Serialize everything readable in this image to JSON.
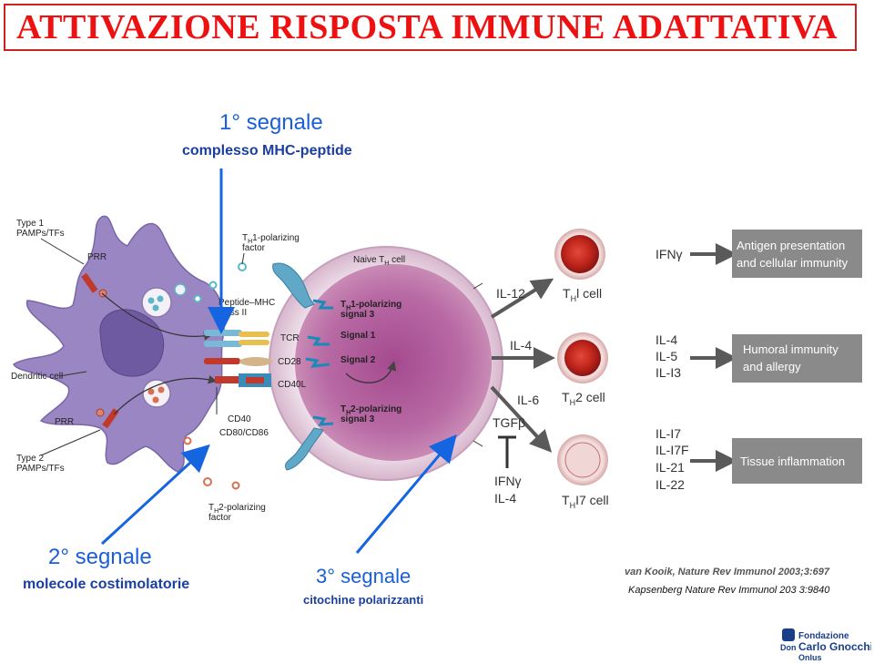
{
  "title": "ATTIVAZIONE RISPOSTA IMMUNE ADATTATIVA",
  "signal1": {
    "heading": "1° segnale",
    "sub": "complesso MHC-peptide"
  },
  "signal2": {
    "heading": "2° segnale",
    "sub": "molecole costimolatorie"
  },
  "signal3": {
    "heading": "3° segnale",
    "sub": "citochine polarizzanti"
  },
  "dendritic": {
    "type1": "Type 1",
    "pamps1": "PAMPs/TFs",
    "prr_top": "PRR",
    "cell_label": "Dendritic cell",
    "prr_bottom": "PRR",
    "type2": "Type 2",
    "pamps2": "PAMPs/TFs",
    "th1_factor_pre": "T",
    "th1_factor_sub": "H",
    "th1_factor_post": "1-polarizing",
    "th1_factor_line2": "factor",
    "peptide_mhc": "Peptide–MHC",
    "class2": "class II",
    "cd40": "CD40",
    "cd80": "CD80/CD86",
    "th2_factor_pre": "T",
    "th2_factor_sub": "H",
    "th2_factor_post": "2-polarizing",
    "th2_factor_line2": "factor"
  },
  "tcell": {
    "naive_pre": "Naive T",
    "naive_sub": "H",
    "naive_post": " cell",
    "tcr": "TCR",
    "cd28": "CD28",
    "cd40l": "CD40L",
    "th1sig_pre": "T",
    "th1sig_sub": "H",
    "th1sig_post": "1-polarizing",
    "th1sig_line2": "signal 3",
    "signal1": "Signal 1",
    "signal2": "Signal 2",
    "th2sig_pre": "T",
    "th2sig_sub": "H",
    "th2sig_post": "2-polarizing",
    "th2sig_line2": "signal 3"
  },
  "outcomes": {
    "il12": "IL-12",
    "il4": "IL-4",
    "il6": "IL-6",
    "tgfb": "TGFβ",
    "ifng_inhib": "IFNγ",
    "il4_inhib": "IL-4",
    "th1_cell_pre": "T",
    "th1_cell_sub": "H",
    "th1_cell_post": "l cell",
    "th2_cell_pre": "T",
    "th2_cell_sub": "H",
    "th2_cell_post": "2 cell",
    "th17_cell_pre": "T",
    "th17_cell_sub": "H",
    "th17_cell_post": "I7 cell",
    "th1_cytokine": "IFNγ",
    "th2_cytokines": [
      "IL-4",
      "IL-5",
      "IL-I3"
    ],
    "th17_cytokines": [
      "IL-I7",
      "IL-I7F",
      "IL-21",
      "IL-22"
    ],
    "box1": [
      "Antigen presentation",
      "and cellular immunity"
    ],
    "box2": [
      "Humoral immunity",
      "and allergy"
    ],
    "box3": [
      "Tissue inflammation"
    ]
  },
  "citation1": "van Kooik, Nature Rev Immunol 2003;3:697",
  "citation2": "Kapsenberg Nature Rev Immunol 203 3:9840",
  "logo": {
    "line1": "Fondazione",
    "line2": "Don",
    "line3": "Carlo Gnocchi",
    "line4": "Onlus"
  },
  "colors": {
    "title": "#ee1111",
    "signal_blue": "#1a5fd6",
    "arrow_blue": "#1565e0",
    "dc_purple": "#8b6fb0",
    "tcell_pink": "#c98bb5",
    "boxes": "#8a8a8a"
  }
}
